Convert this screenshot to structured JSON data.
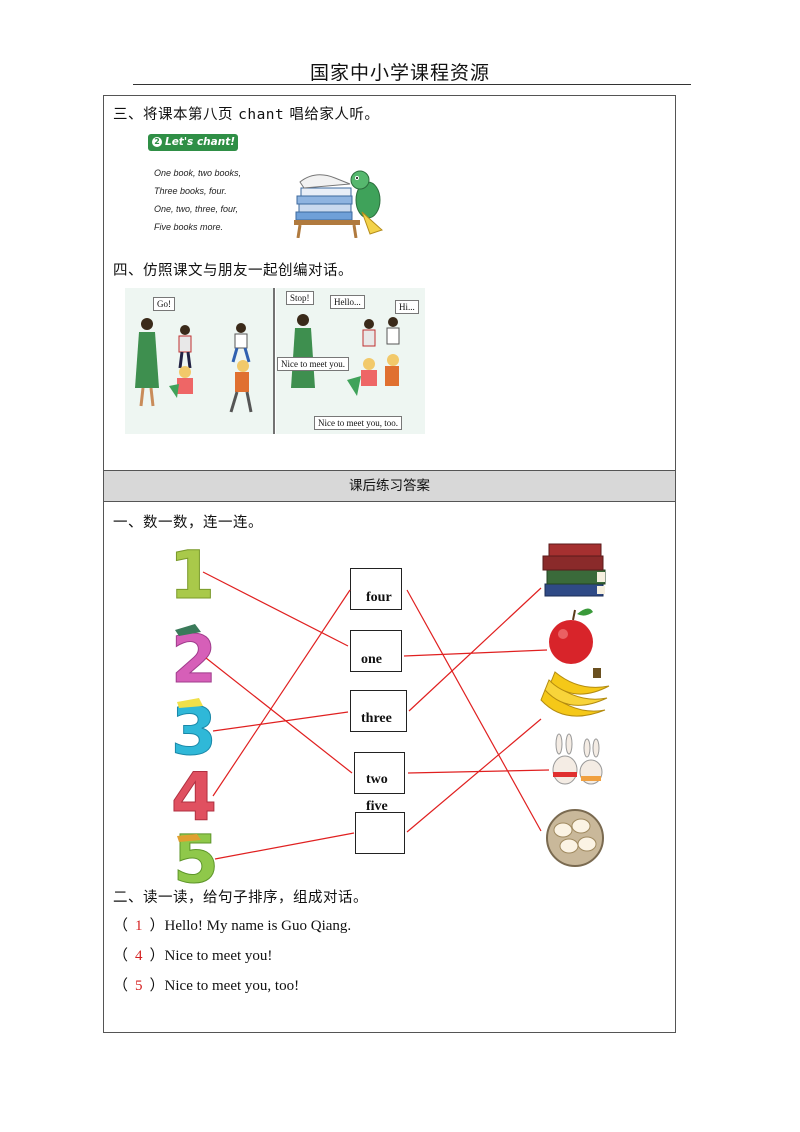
{
  "header": {
    "title": "国家中小学课程资源"
  },
  "section3": {
    "heading_prefix": "三、将课本第八页 ",
    "heading_word": "chant",
    "heading_suffix": " 唱给家人听。",
    "badge_number": "2",
    "badge_label": "Let's chant!",
    "chant_lines": [
      "One book, two books,",
      "Three books, four.",
      "One, two, three, four,",
      "Five books more."
    ]
  },
  "section4": {
    "heading": "四、仿照课文与朋友一起创编对话。",
    "bubbles": [
      "Go!",
      "Stop!",
      "Hello...",
      "Hi...",
      "Nice to meet you.",
      "Nice to meet you, too."
    ]
  },
  "answers_band": {
    "label": "课后练习答案"
  },
  "matching": {
    "heading": "一、数一数，连一连。",
    "numbers": [
      "1",
      "2",
      "3",
      "4",
      "5"
    ],
    "words": [
      "four",
      "one",
      "three",
      "two",
      "five"
    ],
    "pictures": [
      "books-icon",
      "apple-icon",
      "bananas-icon",
      "rabbits-icon",
      "eggs-icon"
    ],
    "line_color": "#e02020"
  },
  "ordering": {
    "heading": "二、读一读，给句子排序，组成对话。",
    "items": [
      {
        "num": "1",
        "text": "Hello! My name is Guo Qiang."
      },
      {
        "num": "4",
        "text": "Nice to meet you!"
      },
      {
        "num": "5",
        "text": "Nice to meet you, too!"
      }
    ],
    "paren_open": "（",
    "paren_close": "）",
    "number_color": "#d42020"
  }
}
